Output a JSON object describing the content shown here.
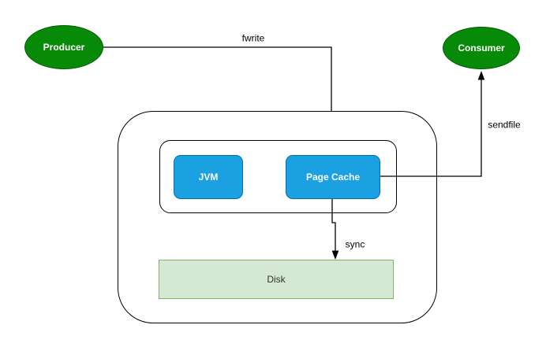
{
  "diagram": {
    "nodes": {
      "producer": {
        "label": "Producer",
        "shape": "ellipse",
        "fill": "#078a07",
        "border": "#005c00",
        "text_color": "#ffffff"
      },
      "consumer": {
        "label": "Consumer",
        "shape": "ellipse",
        "fill": "#078a07",
        "border": "#005c00",
        "text_color": "#ffffff"
      },
      "jvm": {
        "label": "JVM",
        "shape": "rounded-rect",
        "fill": "#1ba1e2",
        "border": "#006eaf",
        "text_color": "#ffffff"
      },
      "page_cache": {
        "label": "Page Cache",
        "shape": "rounded-rect",
        "fill": "#1ba1e2",
        "border": "#006eaf",
        "text_color": "#ffffff"
      },
      "disk": {
        "label": "Disk",
        "shape": "rect",
        "fill": "#d5e8d4",
        "border": "#82b366",
        "text_color": "#333333"
      }
    },
    "containers": {
      "outer": {
        "border": "#000000",
        "fill": "#ffffff"
      },
      "inner": {
        "border": "#000000",
        "fill": "#ffffff"
      }
    },
    "edges": {
      "fwrite": {
        "label": "fwrite",
        "from": "producer",
        "to": "outer-container",
        "arrowhead": false
      },
      "sendfile": {
        "label": "sendfile",
        "from": "page_cache",
        "to": "consumer",
        "arrowhead": true
      },
      "sync": {
        "label": "sync",
        "from": "page_cache",
        "to": "disk",
        "arrowhead": true
      }
    },
    "edge_color": "#000000"
  }
}
